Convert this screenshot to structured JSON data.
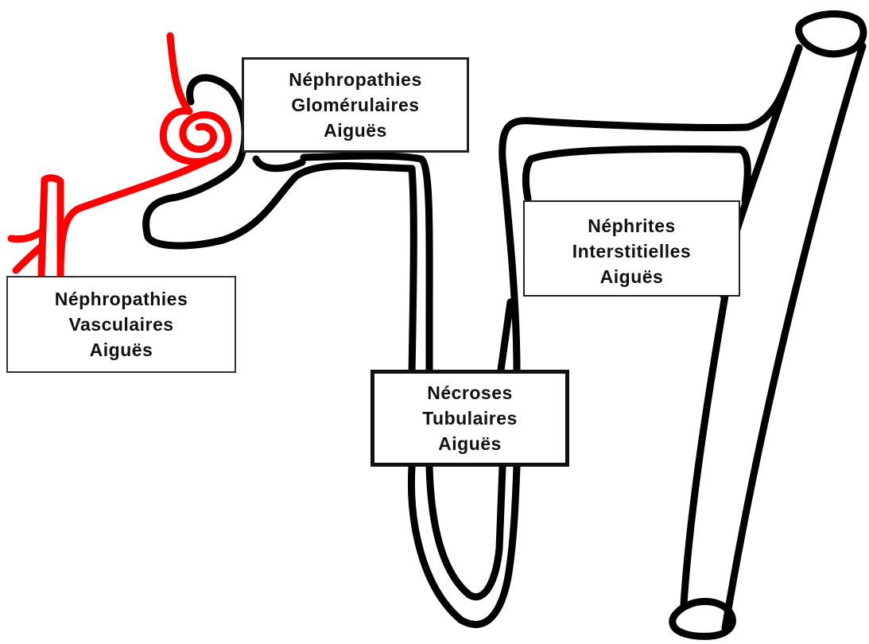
{
  "colors": {
    "outline": "#000000",
    "vessel": "#ff0000",
    "box_background": "#ffffff"
  },
  "labels": {
    "glomerular": [
      "Néphropathies",
      "Glomérulaires",
      "Aiguës"
    ],
    "vascular": [
      "Néphropathies",
      "Vasculaires",
      "Aiguës"
    ],
    "interstitial": [
      "Néphrites",
      "Interstitielles",
      "Aiguës"
    ],
    "tubular": [
      "Nécroses",
      "Tubulaires",
      "Aiguës"
    ]
  }
}
